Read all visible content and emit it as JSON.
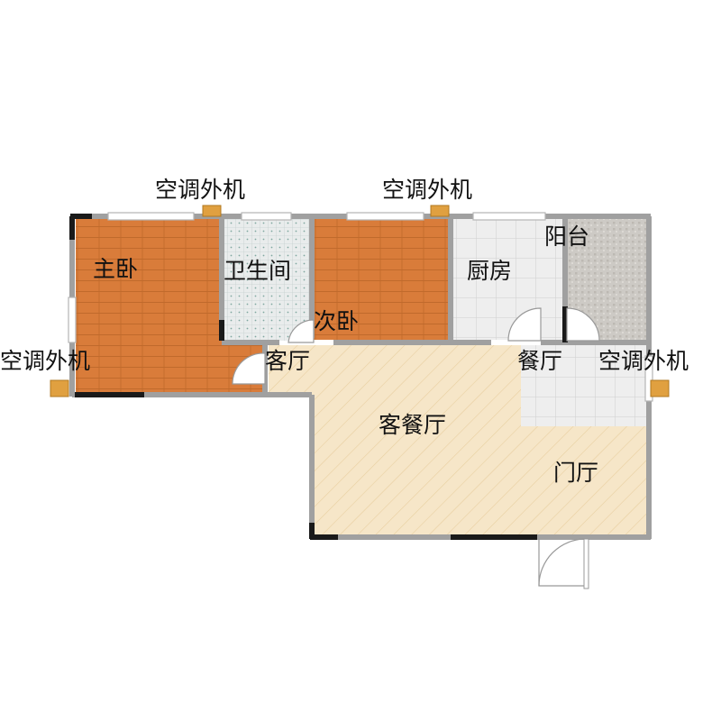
{
  "colors": {
    "wood": "#d97c3a",
    "wood_grain": "#c06a2c",
    "tile_light": "#eeeeee",
    "tile_grid": "#cfcfcf",
    "bath": "#e9ecec",
    "bath_dot": "#7fa8a0",
    "balcony": "#cdcac5",
    "living": "#f6e6c8",
    "living_stripe": "#e8cfa0",
    "wall": "#a0a0a0",
    "wall_dark": "#1a1a1a",
    "ac_unit": "#e0a040"
  },
  "labels": {
    "ac_top_left": "空调外机",
    "ac_top_right": "空调外机",
    "ac_left": "空调外机",
    "ac_right": "空调外机",
    "master_bedroom": "主卧",
    "bathroom": "卫生间",
    "second_bedroom": "次卧",
    "kitchen": "厨房",
    "balcony": "阳台",
    "living_room": "客厅",
    "dining_room": "餐厅",
    "living_dining": "客餐厅",
    "foyer": "门厅"
  }
}
